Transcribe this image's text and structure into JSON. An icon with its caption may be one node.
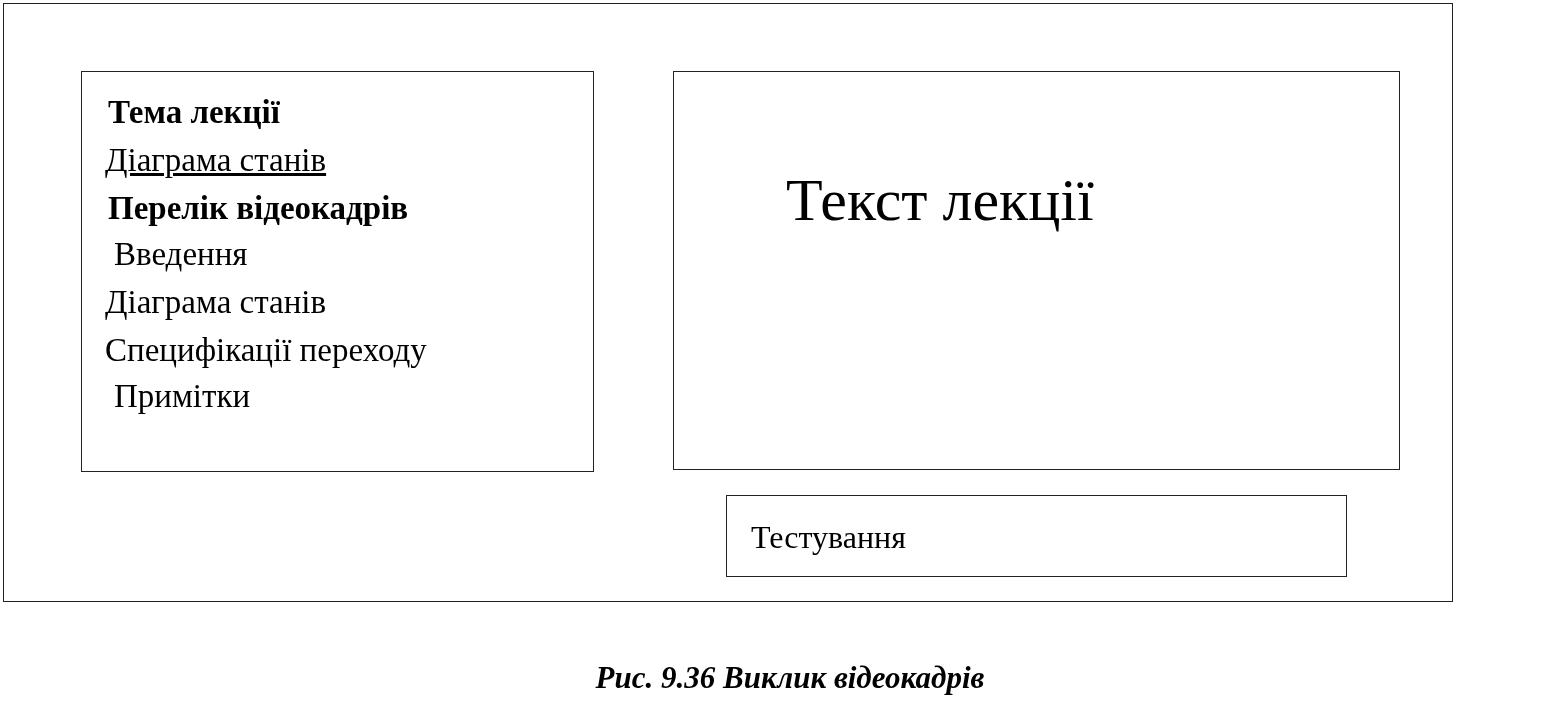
{
  "diagram": {
    "caption": "Рис. 9.36 Виклик відеокадрів",
    "nodes": [
      {
        "text": [],
        "shape": "box"
      },
      {
        "text": [
          "Тема лекції",
          "Діаграма станів",
          "Перелік відеокадрів",
          "Введення",
          "Діаграма станів",
          "Специфікації переходу",
          "Примітки"
        ],
        "in": 0
      },
      {
        "text": [
          "Текст лекції"
        ],
        "in": 0
      },
      {
        "text": [
          "Тестування"
        ],
        "in": 0
      }
    ]
  }
}
